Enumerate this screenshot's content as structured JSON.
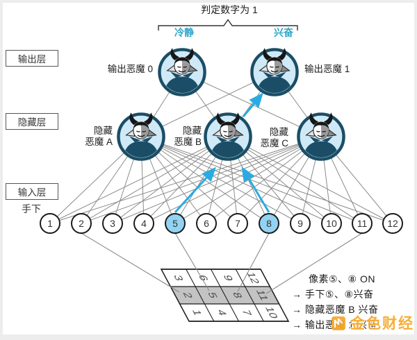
{
  "title": "判定数字为 1",
  "output_layer": {
    "box_label": "输出层",
    "states": {
      "calm": "冷静",
      "excited": "兴奋"
    },
    "demon0_label": "输出恶魔 0",
    "demon1_label": "输出恶魔 1"
  },
  "hidden_layer": {
    "box_label": "隐藏层",
    "demonA_label": "隐藏\n恶魔 A",
    "demonB_label": "隐藏\n恶魔 B",
    "demonC_label": "隐藏\n恶魔 C"
  },
  "input_layer": {
    "box_label": "输入层",
    "sublabel": "手下",
    "nodes": [
      {
        "value": "1",
        "active": false
      },
      {
        "value": "2",
        "active": false
      },
      {
        "value": "3",
        "active": false
      },
      {
        "value": "4",
        "active": false
      },
      {
        "value": "5",
        "active": true
      },
      {
        "value": "6",
        "active": false
      },
      {
        "value": "7",
        "active": false
      },
      {
        "value": "8",
        "active": true
      },
      {
        "value": "9",
        "active": false
      },
      {
        "value": "10",
        "active": false
      },
      {
        "value": "11",
        "active": false
      },
      {
        "value": "12",
        "active": false
      }
    ]
  },
  "pixel_grid": {
    "rows": [
      [
        "3",
        "6",
        "9",
        "12"
      ],
      [
        "2",
        "5",
        "8",
        "11"
      ],
      [
        "1",
        "4",
        "7",
        "10"
      ]
    ],
    "shaded_row": [
      "2",
      "5",
      "8",
      "11"
    ]
  },
  "annotation": {
    "line1": "像素⑤、⑧ ON",
    "line2": "→ 手下⑤、⑧兴奋",
    "line3": "→ 隐藏恶魔 B 兴奋",
    "line4": "→ 输出恶魔 1 兴奋"
  },
  "watermark": "金色财经",
  "colors": {
    "demon_stroke": "#1b4e66",
    "demon_fill": "#cfe9f7",
    "active_node": "#92d3f1",
    "arrow": "#29abe2",
    "state_text": "#2fa5c7",
    "grid_shaded": "#c3c3c3",
    "watermark": "#f7a825"
  }
}
